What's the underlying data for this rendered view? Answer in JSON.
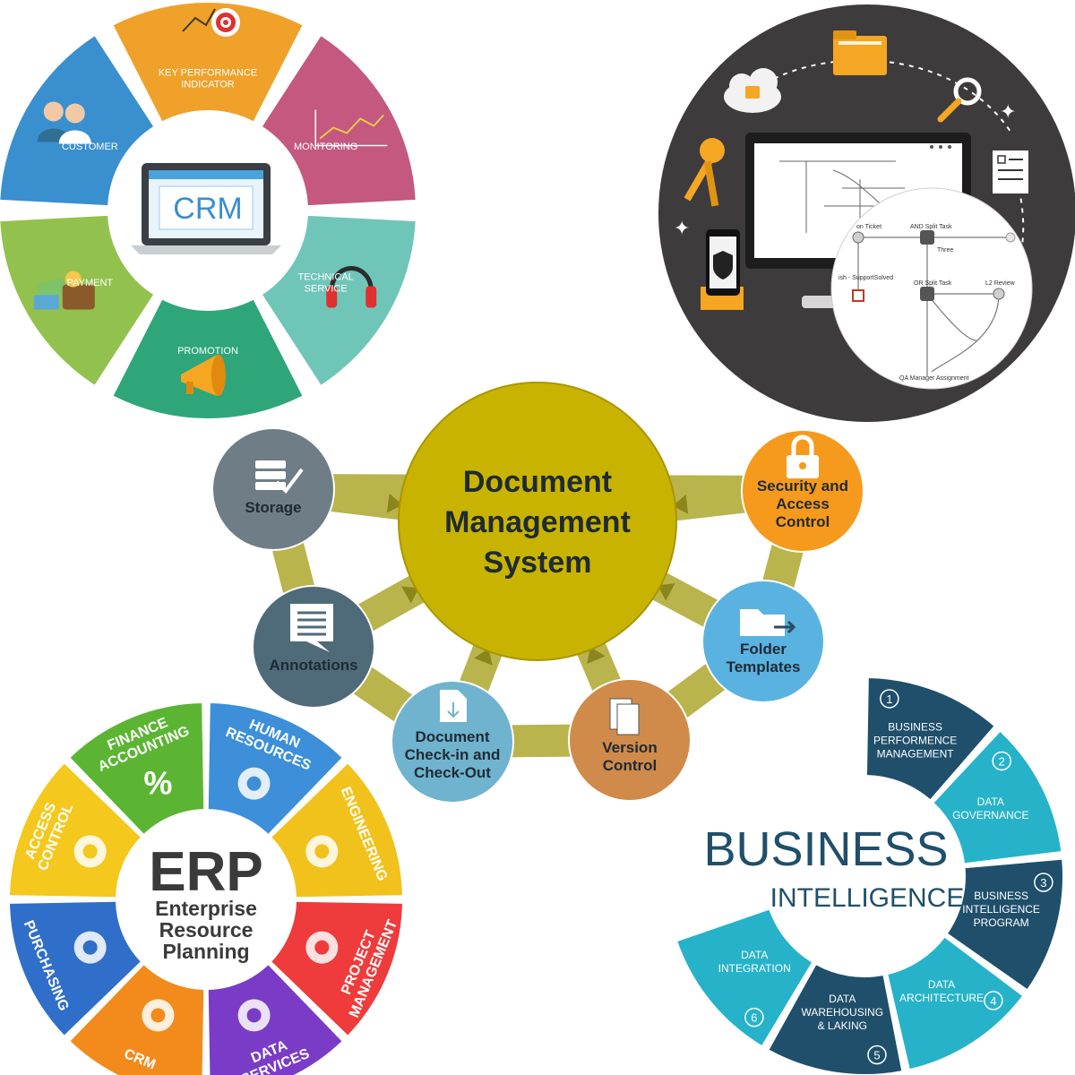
{
  "crm": {
    "center": "CRM",
    "segments": [
      {
        "label": "KEY PERFORMANCE\nINDICATOR",
        "color": "#f0a12a",
        "icon": "target-icon"
      },
      {
        "label": "MONITORING",
        "color": "#c4587e",
        "icon": "line-graph-icon"
      },
      {
        "label": "TECHNICAL\nSERVICE",
        "color": "#6fc6b8",
        "icon": "headphones-icon"
      },
      {
        "label": "PROMOTION",
        "color": "#2fa57a",
        "icon": "megaphone-icon"
      },
      {
        "label": "PAYMENT",
        "color": "#93c14e",
        "icon": "wallet-icon"
      },
      {
        "label": "CUSTOMER",
        "color": "#3a8fcf",
        "icon": "people-icon"
      }
    ]
  },
  "workflow": {
    "nodes": [
      "on Ticket",
      "AND Split Task",
      "Three",
      "ish - SupportSolved",
      "OR Split Task",
      "L2 Review",
      "QA Manager Assignment"
    ],
    "colors": {
      "background": "#3d3b3c",
      "accent": "#f5a623"
    }
  },
  "dms": {
    "center": "Document\nManagement\nSystem",
    "center_color": "#c8b400",
    "nodes": [
      {
        "label": "Storage",
        "color": "#6f7d86",
        "icon": "storage-icon"
      },
      {
        "label": "Annotations",
        "color": "#4f6b7a",
        "icon": "chat-icon"
      },
      {
        "label": "Document\nCheck-in and\nCheck-Out",
        "color": "#6fb3cf",
        "icon": "document-icon"
      },
      {
        "label": "Version\nControl",
        "color": "#d08a4a",
        "icon": "copies-icon"
      },
      {
        "label": "Folder\nTemplates",
        "color": "#5ab2e0",
        "icon": "folder-icon"
      },
      {
        "label": "Security and\nAccess\nControl",
        "color": "#f59a1c",
        "icon": "lock-icon"
      }
    ]
  },
  "erp": {
    "title": "ERP",
    "subtitle": "Enterprise\nResource\nPlanning",
    "segments": [
      {
        "label": "FINANCE\nACCOUNTING",
        "color": "#5bb533",
        "icon": "percent-icon",
        "glyph": "%"
      },
      {
        "label": "HUMAN\nRESOURCES",
        "color": "#3c8fd8",
        "icon": "person-icon"
      },
      {
        "label": "ENGINEERING",
        "color": "#f2c21c",
        "icon": "gear-icon"
      },
      {
        "label": "PROJECT\nMANAGEMENT",
        "color": "#ef3b3b",
        "icon": "flowchart-icon"
      },
      {
        "label": "DATA\nSERVICES",
        "color": "#7a3bc6",
        "icon": "server-icon"
      },
      {
        "label": "CRM",
        "color": "#f28b1c",
        "icon": "envelope-icon"
      },
      {
        "label": "PURCHASING",
        "color": "#2f6ec9",
        "icon": "dollar-icon"
      },
      {
        "label": "ACCESS\nCONTROL",
        "color": "#f4c81c",
        "icon": "key-icon"
      }
    ]
  },
  "bi": {
    "title": "BUSINESS",
    "subtitle": "INTELLIGENCE",
    "segments": [
      {
        "num": "1",
        "label": "BUSINESS\nPERFORMENCE\nMANAGEMENT",
        "color": "#1f4f6b"
      },
      {
        "num": "2",
        "label": "DATA\nGOVERNANCE",
        "color": "#26b3c9"
      },
      {
        "num": "3",
        "label": "BUSINESS\nINTELLIGENCE\nPROGRAM",
        "color": "#1f4f6b"
      },
      {
        "num": "4",
        "label": "DATA\nARCHITECTURE",
        "color": "#26b3c9"
      },
      {
        "num": "5",
        "label": "DATA\nWAREHOUSING\n& LAKING",
        "color": "#1f4f6b"
      },
      {
        "num": "6",
        "label": "DATA\nINTEGRATION",
        "color": "#26b3c9"
      }
    ]
  }
}
